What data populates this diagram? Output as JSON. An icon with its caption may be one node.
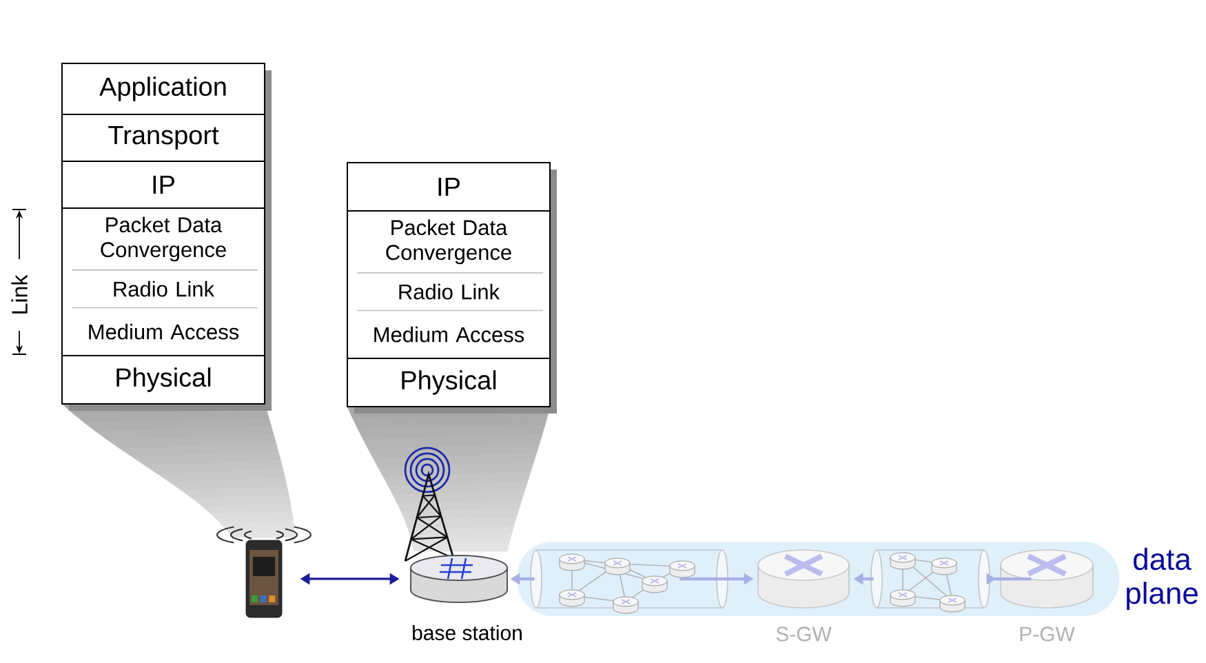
{
  "diagram": {
    "nodes": [
      {
        "text": [
          "Application"
        ]
      },
      {
        "text": [
          "Transport"
        ]
      },
      {
        "text": [
          "IP"
        ]
      },
      {
        "text": [
          "Packet Data Convergence",
          "Radio Link",
          "Medium Access"
        ]
      },
      {
        "text": [
          "Physical"
        ]
      },
      {
        "text": [
          "IP"
        ]
      },
      {
        "text": [
          "Packet Data Convergence",
          "Radio Link",
          "Medium Access"
        ]
      },
      {
        "text": [
          "Physical"
        ]
      },
      {
        "text": [],
        "shape": "picture"
      },
      {
        "text": [],
        "shape": "picture",
        "beside": [
          "base station"
        ]
      },
      {
        "text": [],
        "shape": "band",
        "beside": [
          "data plane"
        ]
      },
      {
        "text": [],
        "shape": "picture",
        "in": 10
      },
      {
        "text": [],
        "shape": "cylinder",
        "in": 10,
        "beside": [
          "S-GW"
        ]
      },
      {
        "text": [],
        "shape": "picture",
        "in": 10
      },
      {
        "text": [],
        "shape": "cylinder",
        "in": 10,
        "beside": [
          "P-GW"
        ]
      }
    ],
    "edges": [
      {
        "from": 8,
        "to": 9,
        "arrow": "both",
        "color": "#1c1c9c"
      },
      {
        "from": 11,
        "to": 9,
        "arrow": "to"
      },
      {
        "from": 11,
        "to": 12,
        "arrow": "to"
      },
      {
        "from": 13,
        "to": 12,
        "arrow": "to"
      },
      {
        "from": 13,
        "to": 14,
        "arrow": "to"
      }
    ],
    "labels": [
      "Link"
    ]
  }
}
